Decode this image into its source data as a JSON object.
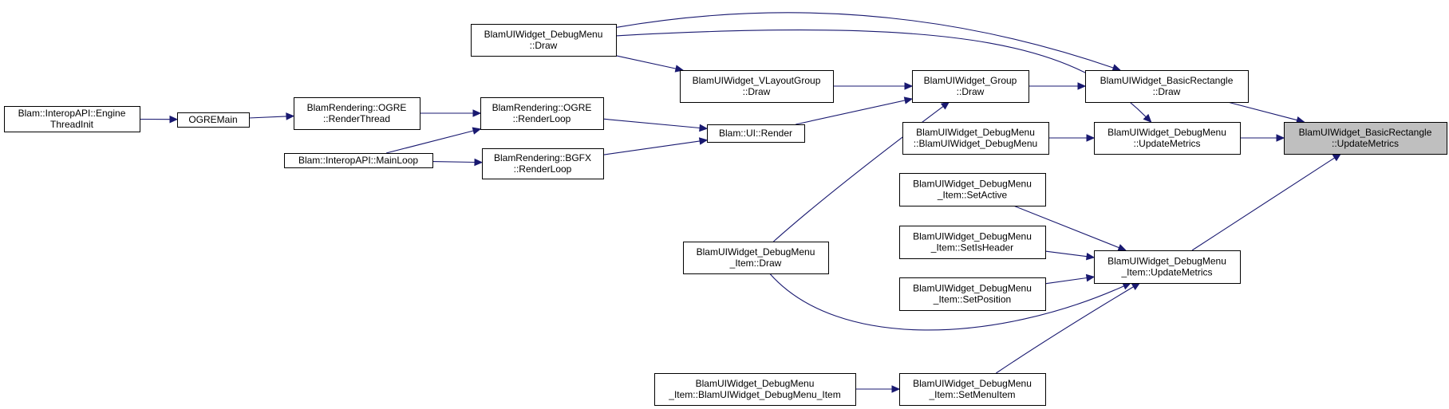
{
  "graph": {
    "edge_color": "#191970",
    "highlight_fill": "#bfbfbf",
    "nodes": [
      {
        "id": "engine-threadinit",
        "lines": [
          "Blam::InteropAPI::Engine",
          "ThreadInit"
        ]
      },
      {
        "id": "ogremain",
        "lines": [
          "OGREMain"
        ]
      },
      {
        "id": "ogre-renderthread",
        "lines": [
          "BlamRendering::OGRE",
          "::RenderThread"
        ]
      },
      {
        "id": "ogre-renderloop",
        "lines": [
          "BlamRendering::OGRE",
          "::RenderLoop"
        ]
      },
      {
        "id": "interop-mainloop",
        "lines": [
          "Blam::InteropAPI::MainLoop"
        ]
      },
      {
        "id": "bgfx-renderloop",
        "lines": [
          "BlamRendering::BGFX",
          "::RenderLoop"
        ]
      },
      {
        "id": "ui-render",
        "lines": [
          "Blam::UI::Render"
        ]
      },
      {
        "id": "debugmenu-draw",
        "lines": [
          "BlamUIWidget_DebugMenu",
          "::Draw"
        ]
      },
      {
        "id": "vlayoutgroup-draw",
        "lines": [
          "BlamUIWidget_VLayoutGroup",
          "::Draw"
        ]
      },
      {
        "id": "group-draw",
        "lines": [
          "BlamUIWidget_Group",
          "::Draw"
        ]
      },
      {
        "id": "debugmenu-ctor",
        "lines": [
          "BlamUIWidget_DebugMenu",
          "::BlamUIWidget_DebugMenu"
        ]
      },
      {
        "id": "basicrect-draw",
        "lines": [
          "BlamUIWidget_BasicRectangle",
          "::Draw"
        ]
      },
      {
        "id": "debugmenu-updatemetrics",
        "lines": [
          "BlamUIWidget_DebugMenu",
          "::UpdateMetrics"
        ]
      },
      {
        "id": "basicrect-updatemetrics",
        "lines": [
          "BlamUIWidget_BasicRectangle",
          "::UpdateMetrics"
        ],
        "highlight": true
      },
      {
        "id": "item-setactive",
        "lines": [
          "BlamUIWidget_DebugMenu",
          "_Item::SetActive"
        ]
      },
      {
        "id": "item-setisheader",
        "lines": [
          "BlamUIWidget_DebugMenu",
          "_Item::SetIsHeader"
        ]
      },
      {
        "id": "item-setposition",
        "lines": [
          "BlamUIWidget_DebugMenu",
          "_Item::SetPosition"
        ]
      },
      {
        "id": "item-draw",
        "lines": [
          "BlamUIWidget_DebugMenu",
          "_Item::Draw"
        ]
      },
      {
        "id": "item-updatemetrics",
        "lines": [
          "BlamUIWidget_DebugMenu",
          "_Item::UpdateMetrics"
        ]
      },
      {
        "id": "item-ctor",
        "lines": [
          "BlamUIWidget_DebugMenu",
          "_Item::BlamUIWidget_DebugMenu_Item"
        ]
      },
      {
        "id": "item-setmenuitem",
        "lines": [
          "BlamUIWidget_DebugMenu",
          "_Item::SetMenuItem"
        ]
      }
    ],
    "edges": [
      {
        "from": "engine-threadinit",
        "to": "ogremain"
      },
      {
        "from": "ogremain",
        "to": "ogre-renderthread"
      },
      {
        "from": "ogre-renderthread",
        "to": "ogre-renderloop"
      },
      {
        "from": "interop-mainloop",
        "to": "ogre-renderloop"
      },
      {
        "from": "interop-mainloop",
        "to": "bgfx-renderloop"
      },
      {
        "from": "ogre-renderloop",
        "to": "ui-render"
      },
      {
        "from": "bgfx-renderloop",
        "to": "ui-render"
      },
      {
        "from": "ui-render",
        "to": "group-draw"
      },
      {
        "from": "debugmenu-draw",
        "to": "vlayoutgroup-draw"
      },
      {
        "from": "vlayoutgroup-draw",
        "to": "group-draw"
      },
      {
        "from": "item-draw",
        "to": "group-draw"
      },
      {
        "from": "group-draw",
        "to": "basicrect-draw"
      },
      {
        "from": "debugmenu-draw",
        "to": "basicrect-draw"
      },
      {
        "from": "debugmenu-draw",
        "to": "debugmenu-updatemetrics"
      },
      {
        "from": "debugmenu-ctor",
        "to": "debugmenu-updatemetrics"
      },
      {
        "from": "basicrect-draw",
        "to": "basicrect-updatemetrics"
      },
      {
        "from": "debugmenu-updatemetrics",
        "to": "basicrect-updatemetrics"
      },
      {
        "from": "item-updatemetrics",
        "to": "basicrect-updatemetrics"
      },
      {
        "from": "item-setactive",
        "to": "item-updatemetrics"
      },
      {
        "from": "item-setisheader",
        "to": "item-updatemetrics"
      },
      {
        "from": "item-setposition",
        "to": "item-updatemetrics"
      },
      {
        "from": "item-draw",
        "to": "item-updatemetrics"
      },
      {
        "from": "item-setmenuitem",
        "to": "item-updatemetrics"
      },
      {
        "from": "item-ctor",
        "to": "item-setmenuitem"
      }
    ]
  }
}
